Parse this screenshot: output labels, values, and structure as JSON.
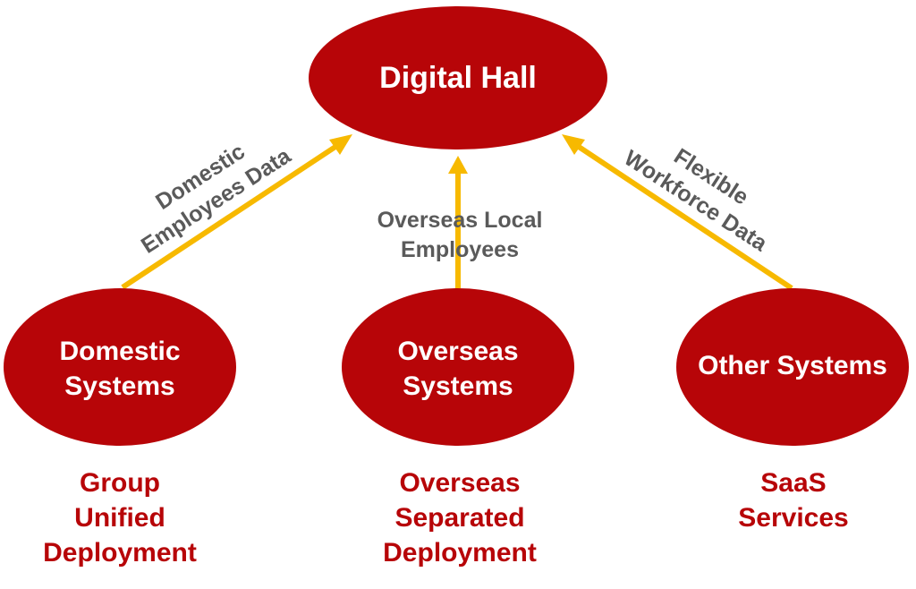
{
  "colors": {
    "node_fill": "#b70508",
    "arrow": "#f7b900",
    "node_text": "#ffffff",
    "edge_label": "#5a5a5a",
    "caption": "#b70508"
  },
  "nodes": {
    "hub": {
      "line1": "Digital Hall"
    },
    "domestic": {
      "line1": "Domestic",
      "line2": "Systems"
    },
    "overseas": {
      "line1": "Overseas",
      "line2": "Systems"
    },
    "other": {
      "line1": "Other Systems"
    }
  },
  "edges": {
    "domestic": {
      "line1": "Domestic",
      "line2": "Employees Data"
    },
    "overseas": {
      "line1": "Overseas Local",
      "line2": "Employees"
    },
    "other": {
      "line1": "Flexible",
      "line2": "Workforce Data"
    }
  },
  "captions": {
    "domestic": [
      "Group",
      "Unified",
      "Deployment"
    ],
    "overseas": [
      "Overseas",
      "Separated",
      "Deployment"
    ],
    "other": [
      "SaaS",
      "Services"
    ]
  }
}
